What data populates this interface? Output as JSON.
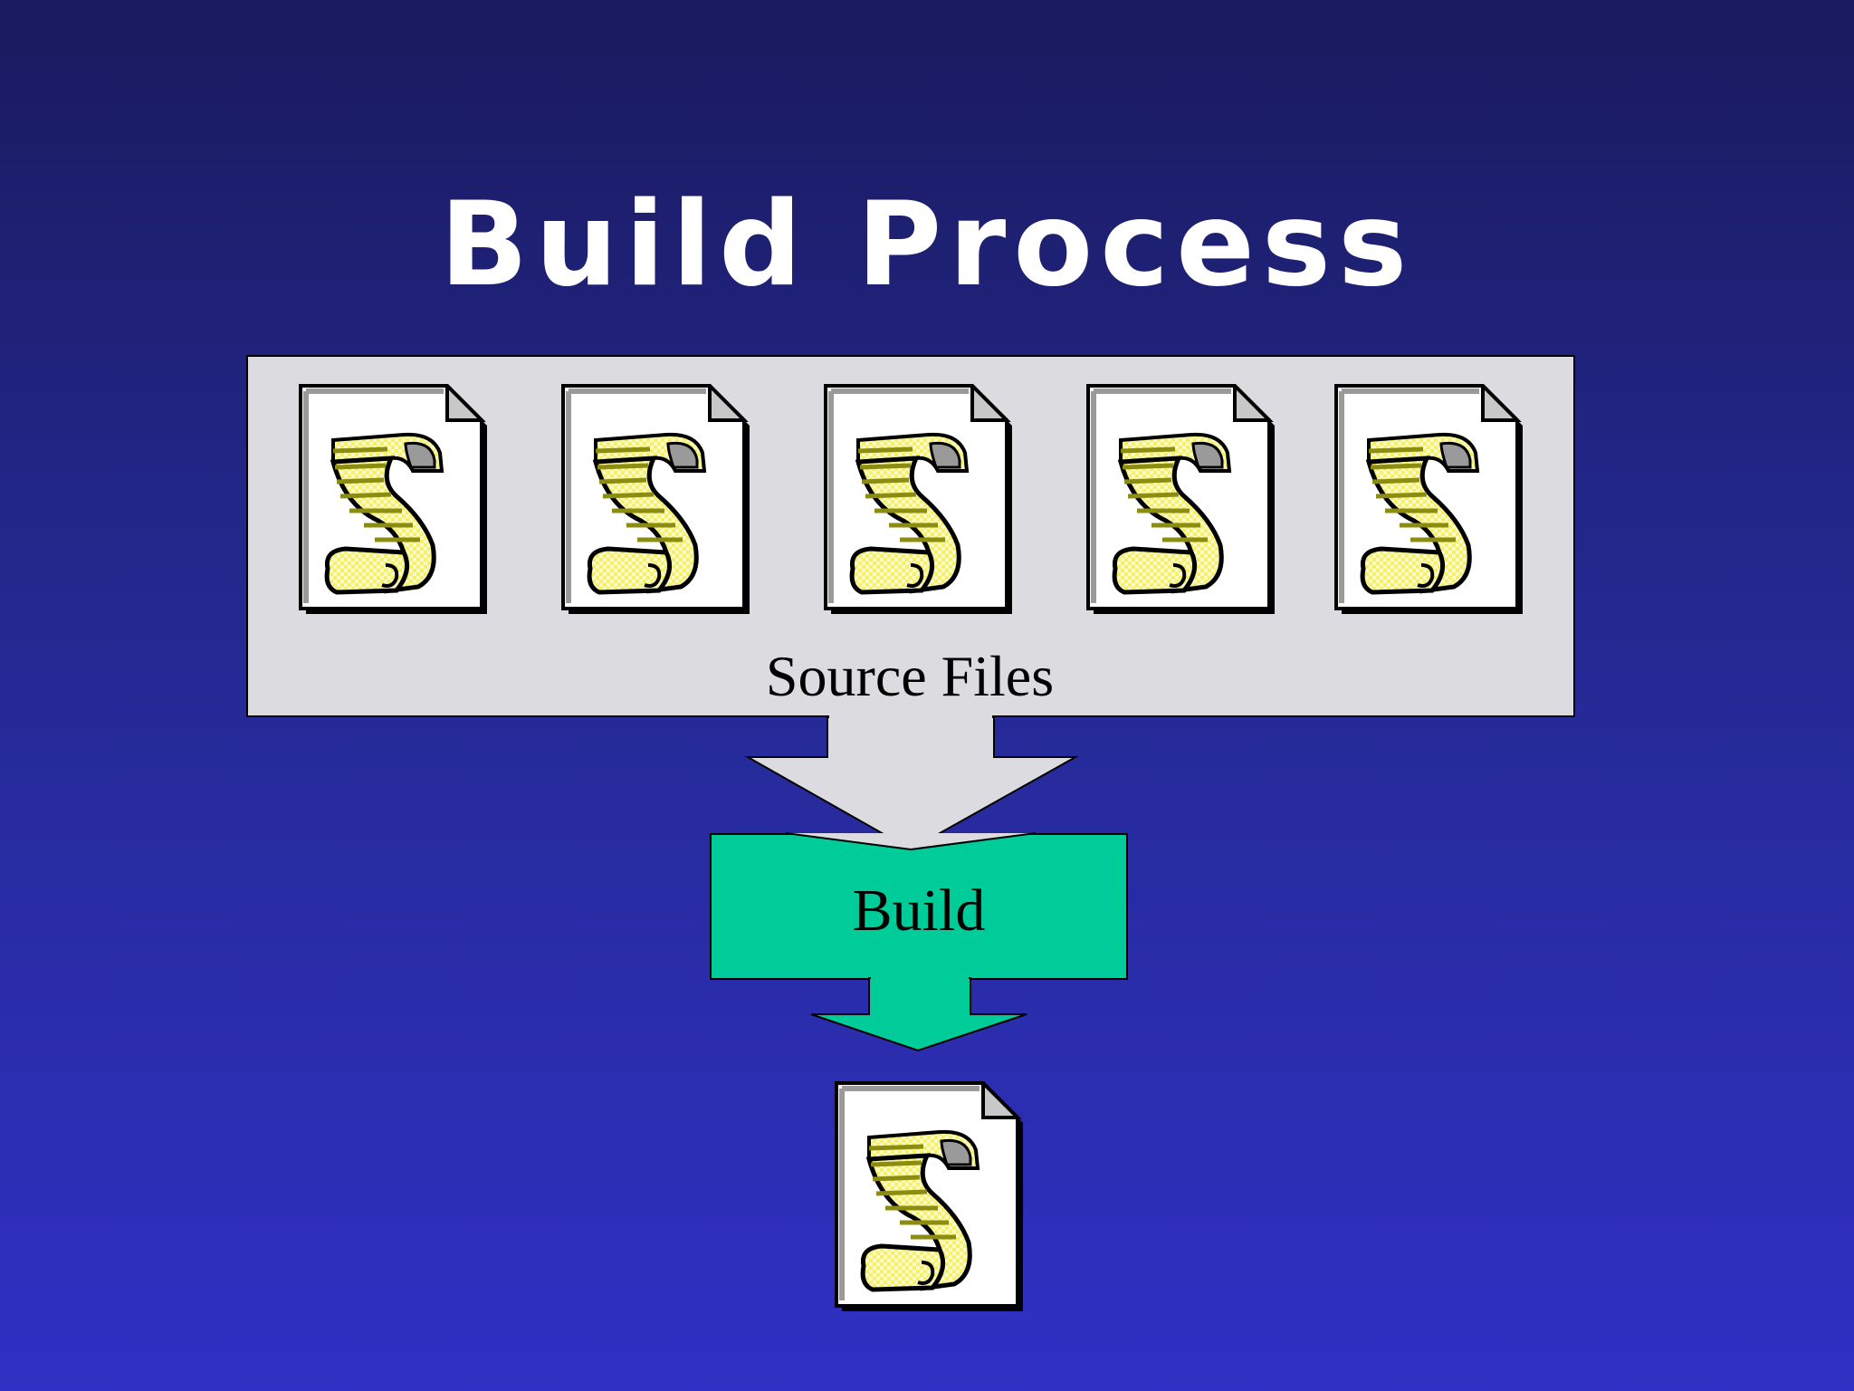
{
  "slide": {
    "title": "Build Process"
  },
  "diagram": {
    "source_label": "Source Files",
    "build_label": "Build",
    "icons": {
      "source_file": "script-file-icon",
      "output_file": "script-file-icon"
    },
    "colors": {
      "background_top": "#1a1a5e",
      "background_bottom": "#3030c4",
      "source_panel": "#dcdbe0",
      "build_box": "#00cc99",
      "scroll_yellow": "#f5f06a",
      "scroll_olive": "#8c8c10",
      "title_text": "#ffffff"
    }
  }
}
